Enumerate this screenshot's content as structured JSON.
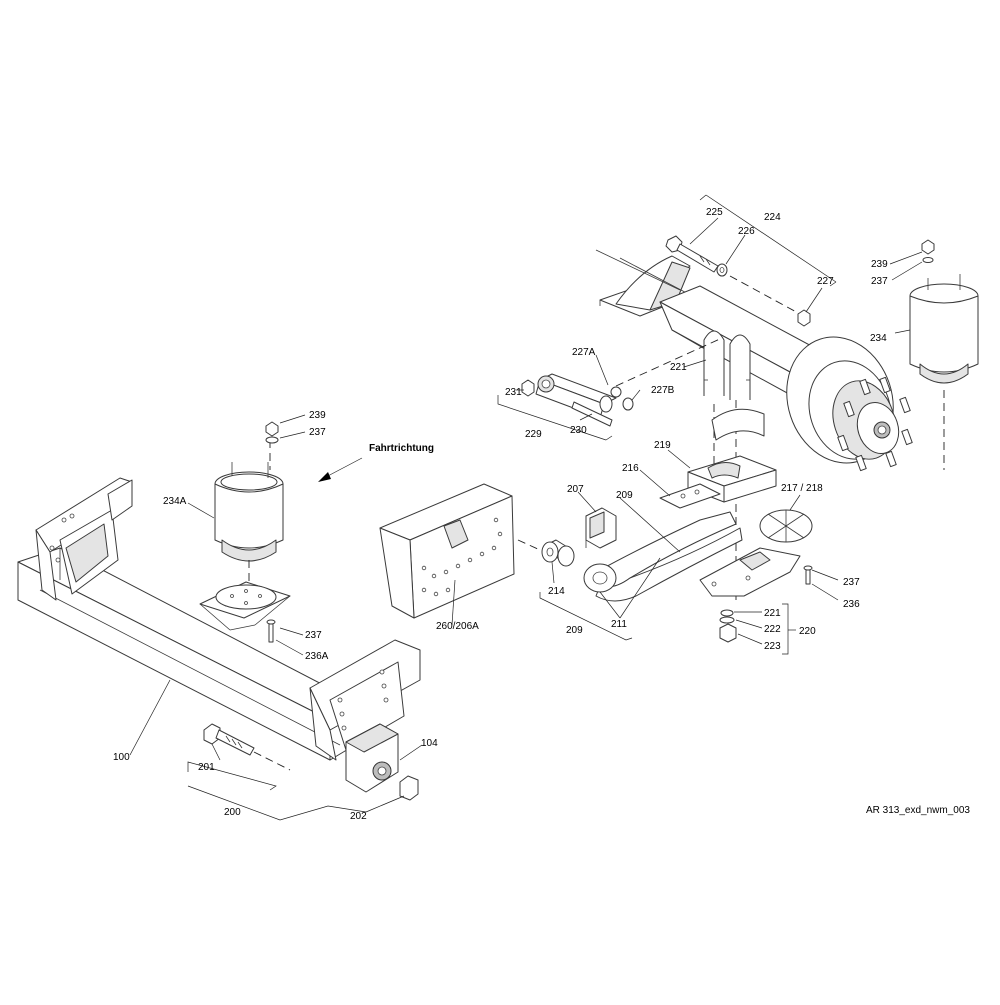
{
  "direction_label": "Fahrtrichtung",
  "drawing_id": "AR 313_exd_nwm_003",
  "labels": {
    "l239a": "239",
    "l237a": "237",
    "l234A": "234A",
    "l237b": "237",
    "l236A": "236A",
    "l100": "100",
    "l201": "201",
    "l200": "200",
    "l202": "202",
    "l104": "104",
    "l260": "260/206A",
    "l225": "225",
    "l224": "224",
    "l226": "226",
    "l227": "227",
    "l239b": "239",
    "l237c": "237",
    "l234": "234",
    "l227A": "227A",
    "l221a": "221",
    "l231": "231",
    "l227B": "227B",
    "l230": "230",
    "l229": "229",
    "l219": "219",
    "l216": "216",
    "l207": "207",
    "l209a": "209",
    "l217": "217 / 218",
    "l214": "214",
    "l209b": "209",
    "l211": "211",
    "l237d": "237",
    "l236": "236",
    "l221b": "221",
    "l222": "222",
    "l223": "223",
    "l220": "220"
  }
}
